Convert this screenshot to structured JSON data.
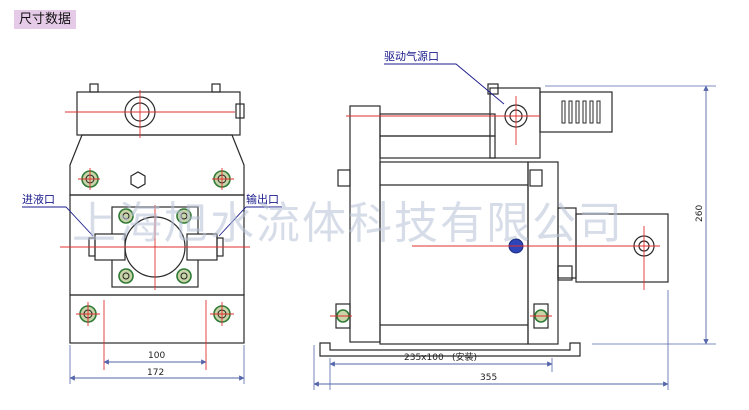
{
  "header": {
    "title": "尺寸数据"
  },
  "labels": {
    "inlet": "进液口",
    "outlet": "输出口",
    "air_source": "驱动气源口"
  },
  "dimensions": {
    "front_inner_width": "100",
    "front_overall_width": "172",
    "side_mount": "235x100",
    "side_mount_note": "(安装)",
    "side_overall_length": "355",
    "side_height": "260"
  },
  "watermark": "上海旭水流体科技有限公司",
  "colors": {
    "line": "#2a2a2a",
    "center_line": "#e03030",
    "bolt_fill": "#c9d4a8",
    "bolt_ring": "#2f7a35",
    "label": "#1a1a8c",
    "dim_line": "#5566aa",
    "title_bg": "#e6cbe9"
  }
}
